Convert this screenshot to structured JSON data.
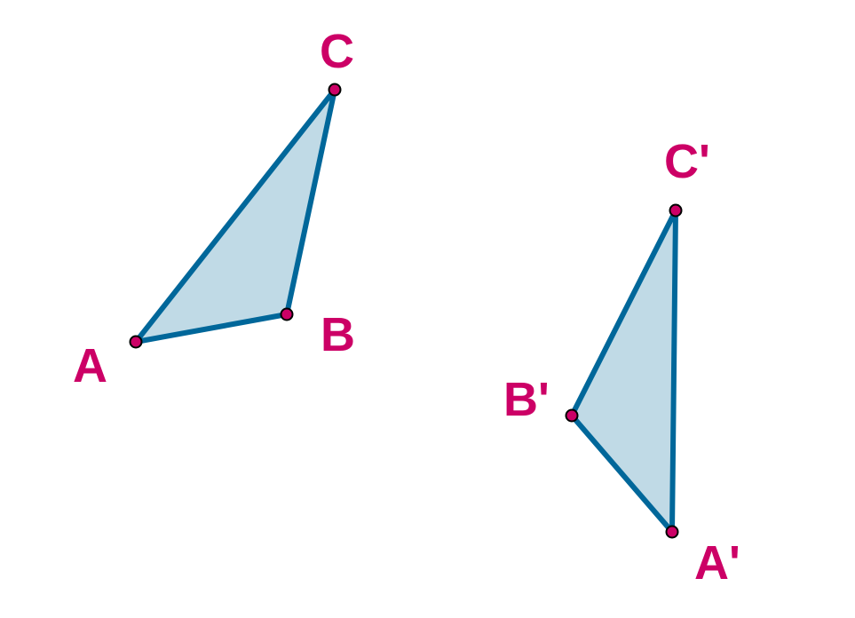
{
  "colors": {
    "fill": "#c0dae6",
    "stroke": "#00679a",
    "point": "#cc0066",
    "label": "#cc0066",
    "background": "#ffffff"
  },
  "triangle_original": {
    "label_a": "A",
    "label_b": "B",
    "label_c": "C"
  },
  "triangle_image": {
    "label_a": "A'",
    "label_b": "B'",
    "label_c": "C'"
  }
}
